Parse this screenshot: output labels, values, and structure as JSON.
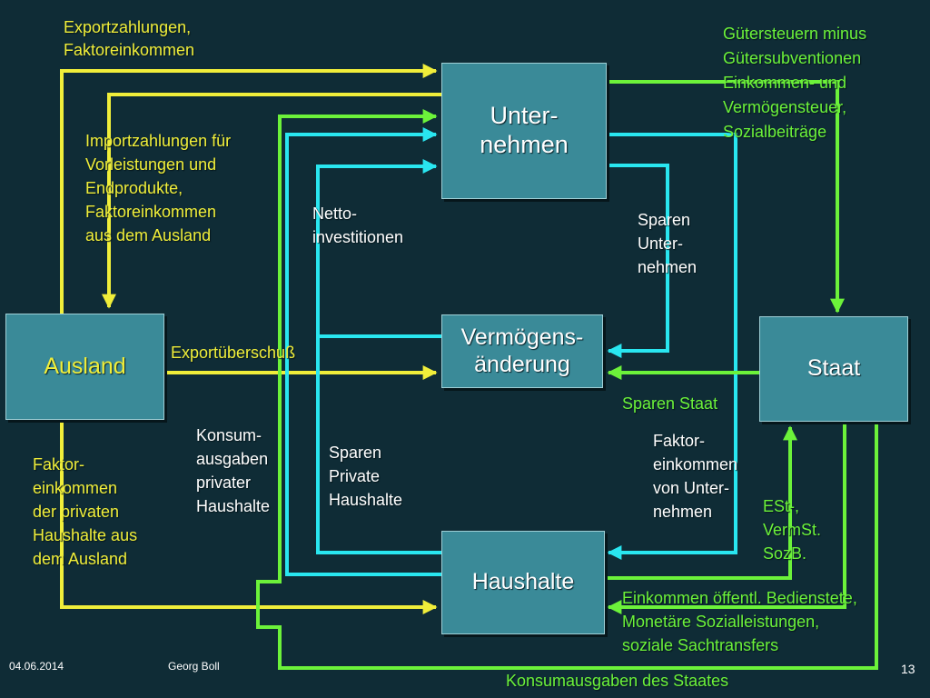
{
  "colors": {
    "background": "#0f2c36",
    "box_fill": "#3a8a98",
    "yellow": "#f0ee3a",
    "green": "#6cf23a",
    "cyan": "#29e6f0",
    "text": "#ffffff"
  },
  "boxes": {
    "unternehmen": "Unter-\nnehmen",
    "vermoegen": "Vermögens-\nänderung",
    "ausland": "Ausland",
    "staat": "Staat",
    "haushalte": "Haushalte"
  },
  "labels": {
    "exportzahlungen": "Exportzahlungen,\n Faktoreinkommen",
    "importzahlungen": "Importzahlungen für\nVorleistungen und\nEndprodukte,\nFaktoreinkommen\naus dem Ausland",
    "guetersteuern": "Gütersteuern minus\nGütersubventionen\nEinkommen- und\nVermögensteuer,\nSozialbeiträge",
    "nettoinvestitionen": "Netto-\ninvestitionen",
    "sparen_unternehmen": "Sparen\nUnter-\nnehmen",
    "exportueberschuss": "Exportüberschuß",
    "sparen_staat": "Sparen Staat",
    "konsumausgaben_privat": "Konsum-\nausgaben\nprivater\nHaushalte",
    "sparen_private": "Sparen\nPrivate\nHaushalte",
    "faktoreinkommen_unternehmen": "Faktor-\neinkommen\nvon Unter-\nnehmen",
    "faktoreinkommen_ausland": "Faktor-\neinkommen\nder privaten\nHaushalte aus\ndem Ausland",
    "est": "ESt-,\nVermSt.\nSozB.",
    "einkommen_oeffentl": "Einkommen öffentl. Bedienstete,\nMonetäre Sozialleistungen,\nsoziale Sachtransfers",
    "konsumausgaben_staat": "Konsumausgaben des Staates"
  },
  "footer": {
    "date": "04.06.2014",
    "author": "Georg Boll",
    "page": "13"
  }
}
